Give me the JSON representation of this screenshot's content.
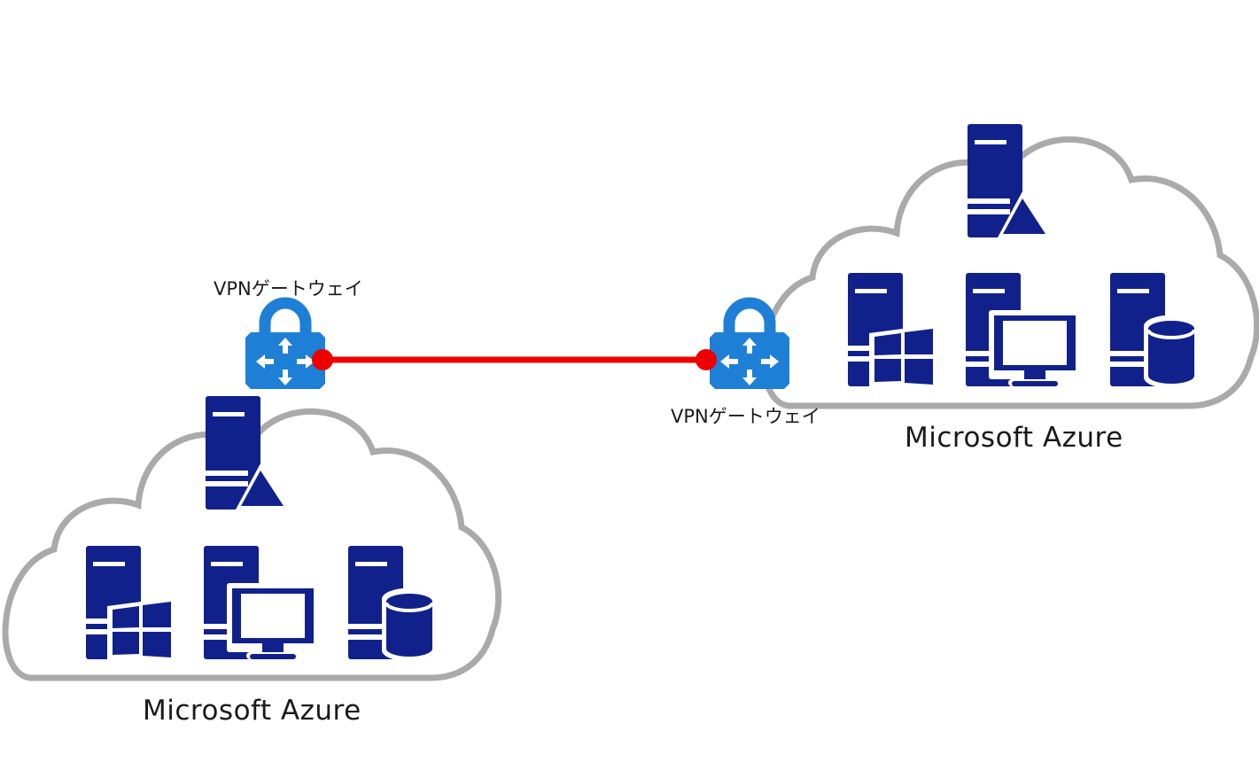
{
  "gateways": [
    {
      "label": "VPNゲートウェイ",
      "icon": "vpn-gateway-lock-icon"
    },
    {
      "label": "VPNゲートウェイ",
      "icon": "vpn-gateway-lock-icon"
    }
  ],
  "clouds": [
    {
      "label": "Microsoft Azure",
      "servers": [
        "server-linux-icon",
        "server-windows-icon",
        "server-desktop-icon",
        "server-database-icon"
      ]
    },
    {
      "label": "Microsoft Azure",
      "servers": [
        "server-linux-icon",
        "server-windows-icon",
        "server-desktop-icon",
        "server-database-icon"
      ]
    }
  ],
  "colors": {
    "server": "#11218c",
    "gateway": "#1e7fd6",
    "connection": "#ee0000",
    "cloud_outline": "#aaaaaa"
  }
}
